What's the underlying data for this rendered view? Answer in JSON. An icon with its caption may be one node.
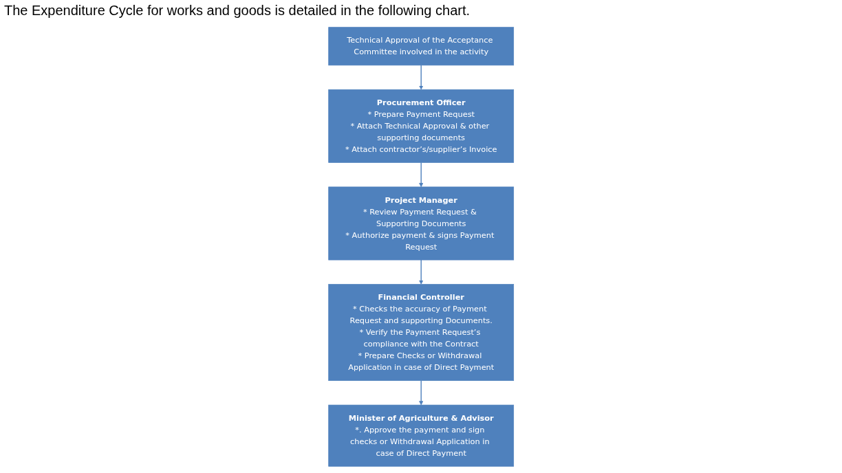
{
  "diagram": {
    "title": "The Expenditure Cycle for works and goods is detailed in the following chart.",
    "nodes": [
      {
        "text": [
          "Technical Approval of the Acceptance Committee involved in the activity"
        ]
      },
      {
        "text": [
          "Procurement Officer",
          "* Prepare Payment Request",
          "* Attach Technical Approval & other supporting documents",
          "* Attach contractor’s/supplier’s Invoice"
        ]
      },
      {
        "text": [
          "Project Manager",
          "* Review Payment Request & Supporting Documents",
          "* Authorize payment & signs Payment Request"
        ]
      },
      {
        "text": [
          "Financial Controller",
          "* Checks the accuracy of Payment Request and supporting Documents.",
          "* Verify the Payment Request’s compliance with the Contract",
          "* Prepare Checks or Withdrawal Application in case of Direct Payment"
        ]
      },
      {
        "text": [
          "Minister of Agriculture & Advisor",
          "*. Approve the payment and sign checks or Withdrawal Application in case of Direct Payment"
        ]
      }
    ],
    "edges": [
      {
        "from": 0,
        "to": 1,
        "arrow": "to"
      },
      {
        "from": 1,
        "to": 2,
        "arrow": "to"
      },
      {
        "from": 2,
        "to": 3,
        "arrow": "to"
      },
      {
        "from": 3,
        "to": 4,
        "arrow": "to"
      }
    ]
  }
}
